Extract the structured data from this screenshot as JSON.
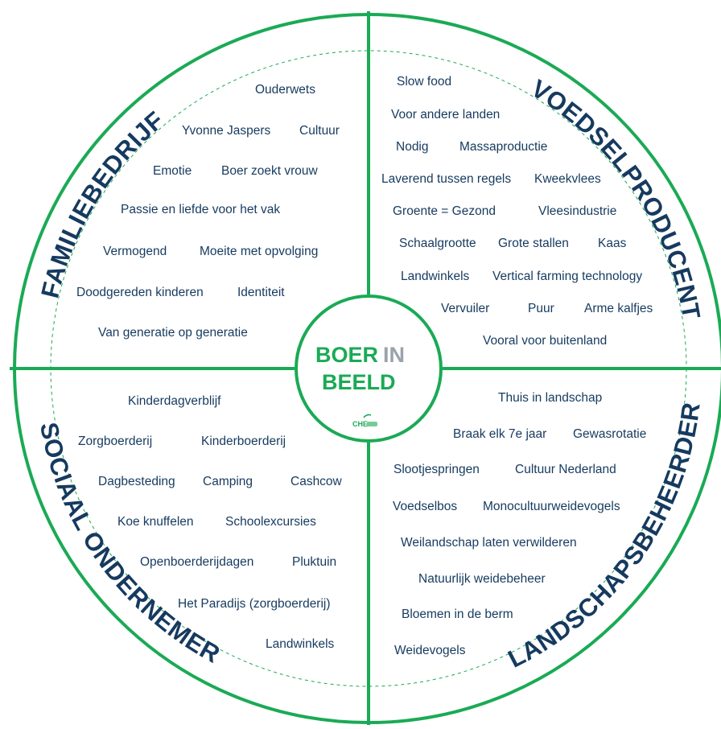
{
  "colors": {
    "green": "#1aaa55",
    "navy": "#163a5f",
    "grey": "#9aa3ab"
  },
  "center_logo": {
    "boer": "BOER",
    "in": "IN",
    "beeld": "BEELD",
    "sub": "CHE",
    "icon": "che-logo-icon"
  },
  "quadrants": {
    "familiebedrijf": {
      "title": "FAMILIEBEDRIJF",
      "terms": [
        "Ouderwets",
        "Yvonne Jaspers",
        "Cultuur",
        "Emotie",
        "Boer zoekt vrouw",
        "Passie en liefde voor het vak",
        "Vermogend",
        "Moeite met opvolging",
        "Doodgereden kinderen",
        "Identiteit",
        "Van generatie op generatie"
      ]
    },
    "voedselproducent": {
      "title": "VOEDSELPRODUCENT",
      "terms": [
        "Slow food",
        "Voor andere landen",
        "Nodig",
        "Massaproductie",
        "Laverend tussen regels",
        "Kweekvlees",
        "Groente = Gezond",
        "Vleesindustrie",
        "Schaalgrootte",
        "Grote stallen",
        "Kaas",
        "Landwinkels",
        "Vertical farming technology",
        "Vervuiler",
        "Puur",
        "Arme kalfjes",
        "Vooral voor buitenland"
      ]
    },
    "sociaal": {
      "title": "SOCIAAL ONDERNEMER",
      "terms": [
        "Kinderdagverblijf",
        "Zorgboerderij",
        "Kinderboerderij",
        "Dagbesteding",
        "Camping",
        "Cashcow",
        "Koe knuffelen",
        "Schoolexcursies",
        "Openboerderijdagen",
        "Pluktuin",
        "Het Paradijs (zorgboerderij)",
        "Landwinkels"
      ]
    },
    "landschap": {
      "title": "LANDSCHAPSBEHEERDER",
      "terms": [
        "Thuis in landschap",
        "Braak elk 7e jaar",
        "Gewasrotatie",
        "Slootjespringen",
        "Cultuur Nederland",
        "Voedselbos",
        "Monocultuurweidevogels",
        "Weilandschap laten verwilderen",
        "Natuurlijk weidebeheer",
        "Bloemen in de berm",
        "Weidevogels"
      ]
    }
  }
}
